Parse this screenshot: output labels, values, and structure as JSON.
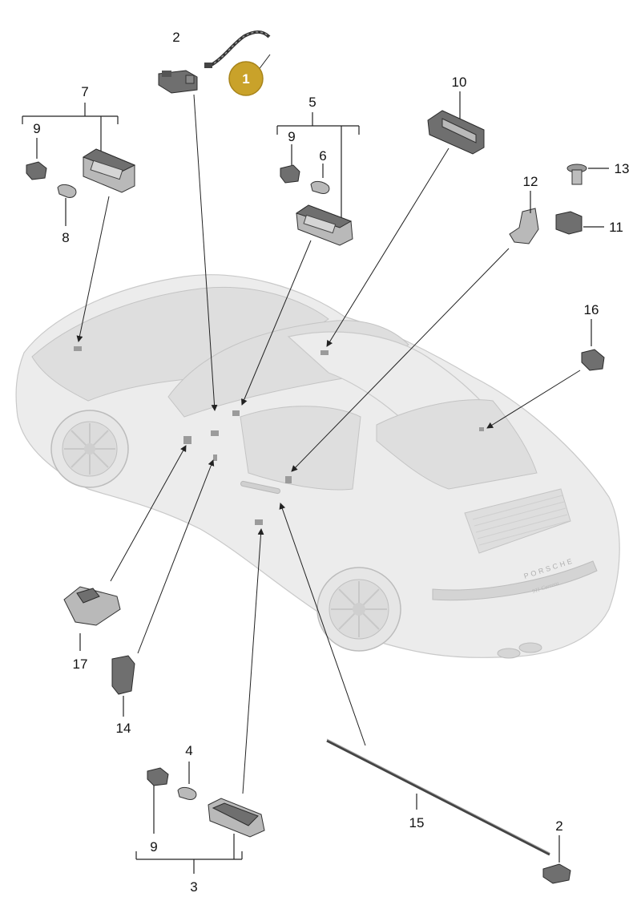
{
  "callouts": {
    "n1": "1",
    "n2_top": "2",
    "n2_bottom": "2",
    "n3": "3",
    "n4": "4",
    "n5": "5",
    "n6": "6",
    "n7": "7",
    "n8": "8",
    "n9_left": "9",
    "n9_mid": "9",
    "n9_bottom": "9",
    "n10": "10",
    "n11": "11",
    "n12": "12",
    "n13": "13",
    "n14": "14",
    "n15": "15",
    "n16": "16",
    "n17": "17"
  },
  "car": {
    "brand_text": "PORSCHE",
    "model_text": "911 Carrera"
  },
  "colors": {
    "badge": "#c9a22a",
    "car_body": "#ececec",
    "part": "#6f6f6f",
    "leader": "#222222"
  }
}
